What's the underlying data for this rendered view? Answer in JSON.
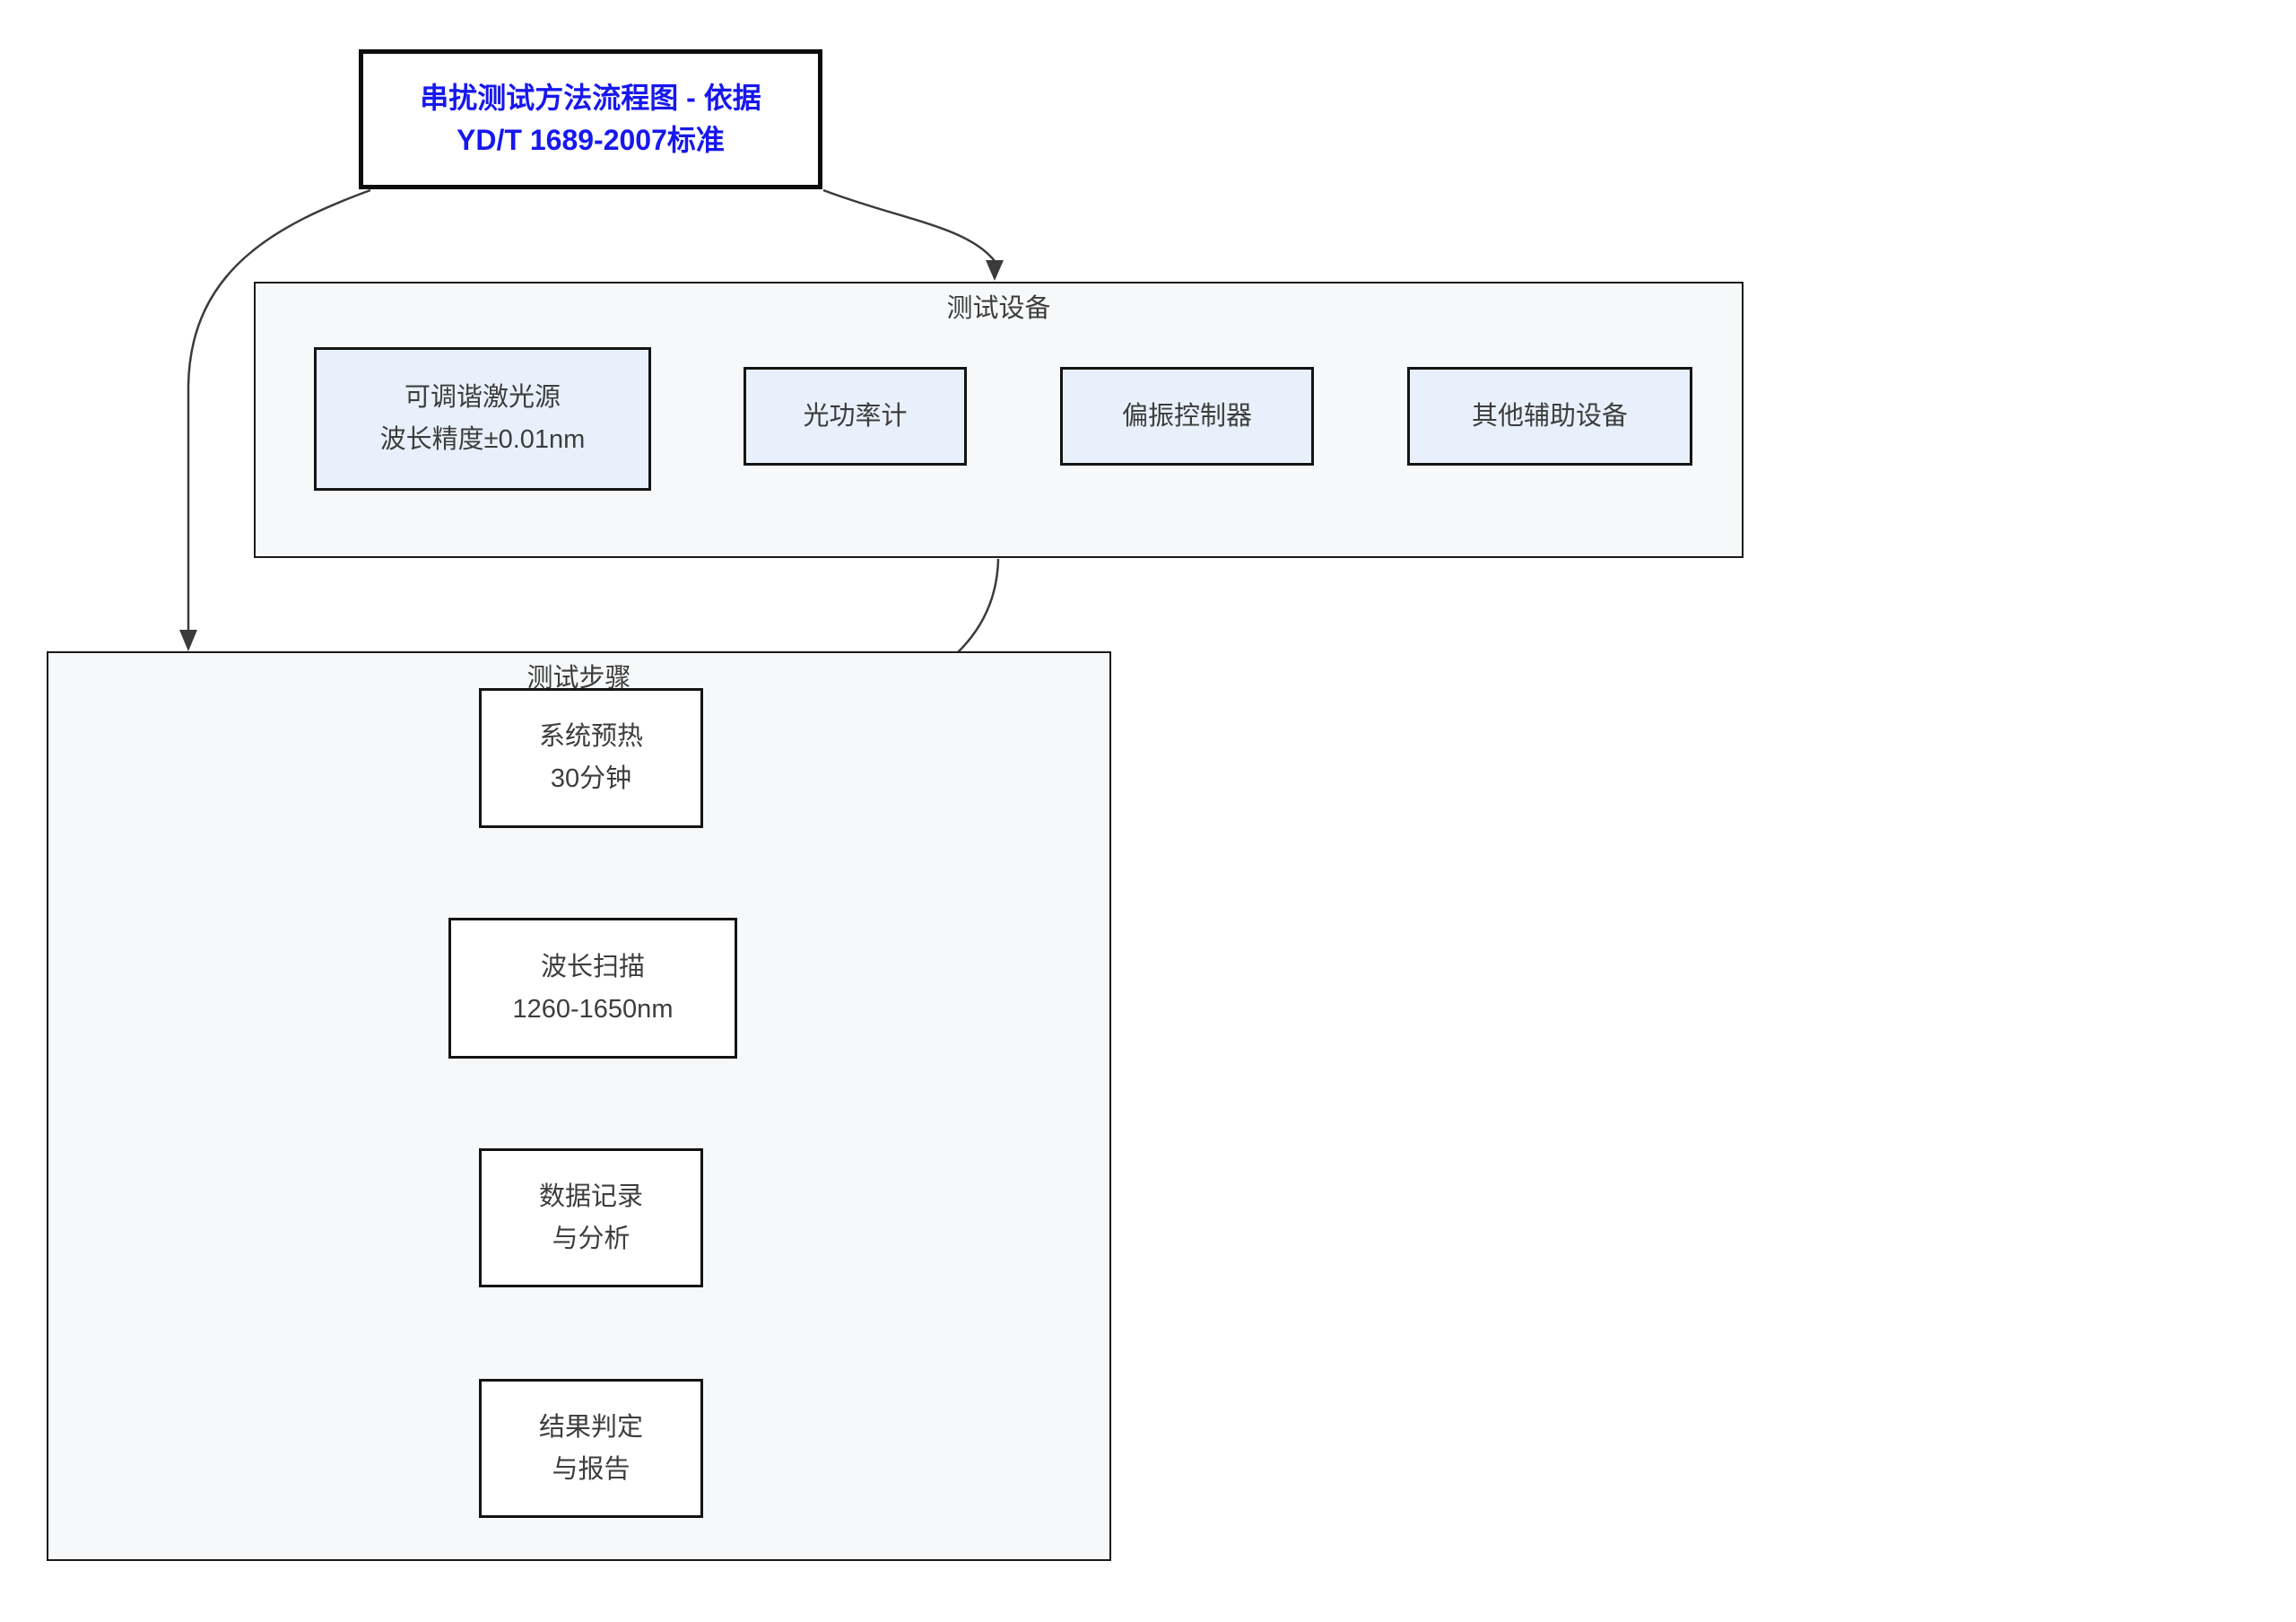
{
  "colors": {
    "page-bg": "#ffffff",
    "title-text": "#1717ee",
    "title-bg": "#ffffff",
    "title-border": "#0d0d0d",
    "panel-bg": "#f6f8fa",
    "panel-border": "#1a1a1a",
    "node-border": "#141414",
    "equipment-node-bg": "#e8f1fb",
    "step-node-bg": "#ffffff",
    "node-text": "#3d3d3d",
    "connector": "#3b3b3b"
  },
  "title_node": {
    "line1": "串扰测试方法流程图 - 依据",
    "line2": "YD/T 1689-2007标准"
  },
  "equipment_panel": {
    "label": "测试设备",
    "nodes": [
      {
        "line1": "可调谐激光源",
        "line2": "波长精度±0.01nm"
      },
      {
        "line1": "光功率计",
        "line2": ""
      },
      {
        "line1": "偏振控制器",
        "line2": ""
      },
      {
        "line1": "其他辅助设备",
        "line2": ""
      }
    ]
  },
  "steps_panel": {
    "label": "测试步骤",
    "nodes": [
      {
        "line1": "系统预热",
        "line2": "30分钟"
      },
      {
        "line1": "波长扫描",
        "line2": "1260-1650nm"
      },
      {
        "line1": "数据记录",
        "line2": "与分析"
      },
      {
        "line1": "结果判定",
        "line2": "与报告"
      }
    ]
  }
}
